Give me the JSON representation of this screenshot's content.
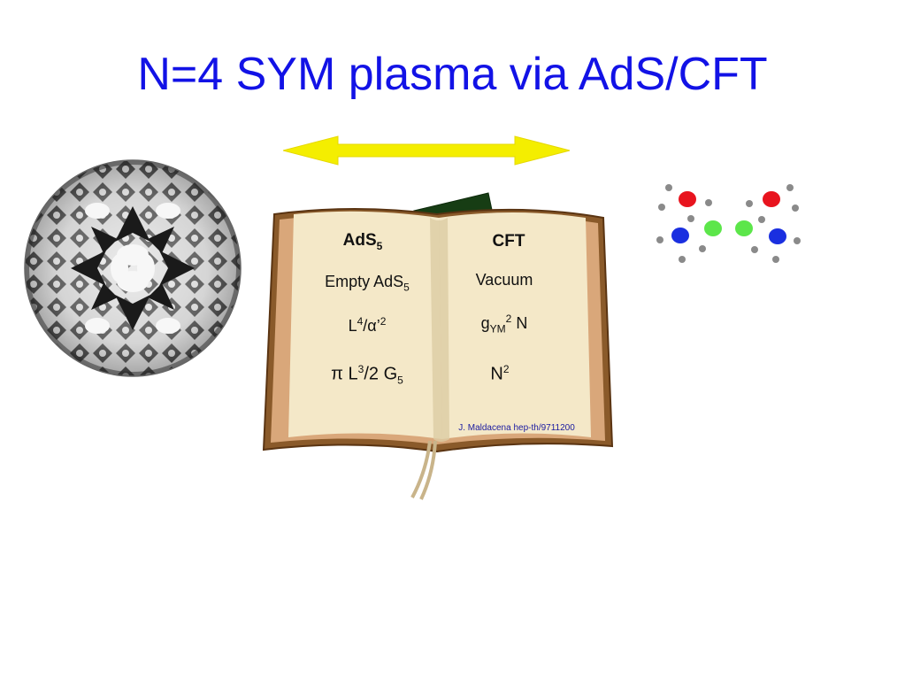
{
  "slide": {
    "title": "N=4 SYM plasma via AdS/CFT"
  },
  "book": {
    "left_page": {
      "heading_base": "AdS",
      "heading_sub": "5",
      "row1_text": "Empty AdS",
      "row1_sub": "5",
      "row2_base": "L",
      "row2_sup": "4",
      "row2_mid": "/α’",
      "row2_sup2": "2",
      "row3_pre": "π L",
      "row3_sup": "3",
      "row3_mid": "/2 G",
      "row3_sub": "5"
    },
    "right_page": {
      "heading": "CFT",
      "row1_text": "Vacuum",
      "row2_base": "g",
      "row2_sub": "YM",
      "row2_sup": "2",
      "row2_tail": " N",
      "row3_base": "N",
      "row3_sup": "2"
    },
    "reference": "J. Maldacena hep-th/9711200"
  },
  "colors": {
    "title": "#1212e6",
    "arrow": "#f4ee00",
    "particle_red": "#e8141e",
    "particle_green": "#5ce64a",
    "particle_blue": "#1a2fe0",
    "particle_grey": "#8a8a8a"
  }
}
